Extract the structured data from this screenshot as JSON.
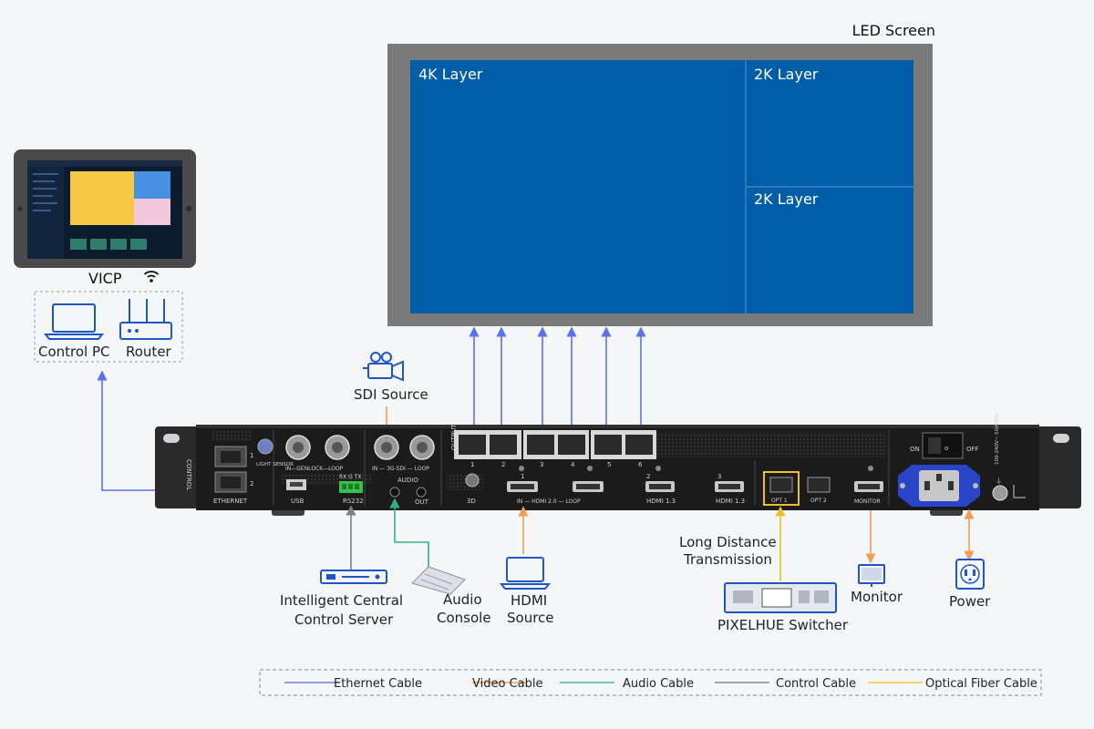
{
  "screen": {
    "title": "LED Screen",
    "layers": [
      "4K Layer",
      "2K Layer",
      "2K Layer"
    ]
  },
  "left": {
    "tablet_label": "VICP",
    "pc_label": "Control PC",
    "router_label": "Router"
  },
  "sources": {
    "sdi": "SDI Source",
    "central_line1": "Intelligent Central",
    "central_line2": "Control Server",
    "audio_line1": "Audio",
    "audio_line2": "Console",
    "hdmi_line1": "HDMI",
    "hdmi_line2": "Source",
    "long_line1": "Long Distance",
    "long_line2": "Transmission",
    "switcher": "PIXELHUE Switcher",
    "monitor": "Monitor",
    "power": "Power"
  },
  "device": {
    "control": "CONTROL",
    "ethernet": "ETHERNET",
    "light_sensor": "LIGHT SENSOR",
    "genlock": "IN—GENLOCK—LOOP",
    "usb": "USB",
    "rs232": "RS232",
    "rxgtx": "RX G TX",
    "sdi_port": "IN — 3G-SDI — LOOP",
    "audio": "AUDIO",
    "audio_out": "OUT",
    "output": "OUTPUT",
    "port_3d": "3D",
    "hdmi20": "IN — HDMI 2.0 — LOOP",
    "hdmi13": "HDMI 1.3",
    "opt1": "OPT 1",
    "opt2": "OPT 2",
    "monitor_port": "MONITOR",
    "on": "ON",
    "off": "OFF",
    "voltage": "100-240V~ 50/60Hz"
  },
  "legend": [
    {
      "label": "Ethernet Cable",
      "color": "#6b80e6"
    },
    {
      "label": "Video Cable",
      "color": "#f2a65a"
    },
    {
      "label": "Audio Cable",
      "color": "#3cbf8a"
    },
    {
      "label": "Control Cable",
      "color": "#8a8a8a"
    },
    {
      "label": "Optical Fiber Cable",
      "color": "#f2c63c"
    }
  ],
  "colors": {
    "ethernet": "#5b73e8",
    "video": "#f0a055",
    "audio": "#2fb37a",
    "control": "#7f7f7f",
    "fiber": "#f0c020",
    "screen_blue": "#005ea8",
    "screen_frame": "#7a7a7a"
  }
}
